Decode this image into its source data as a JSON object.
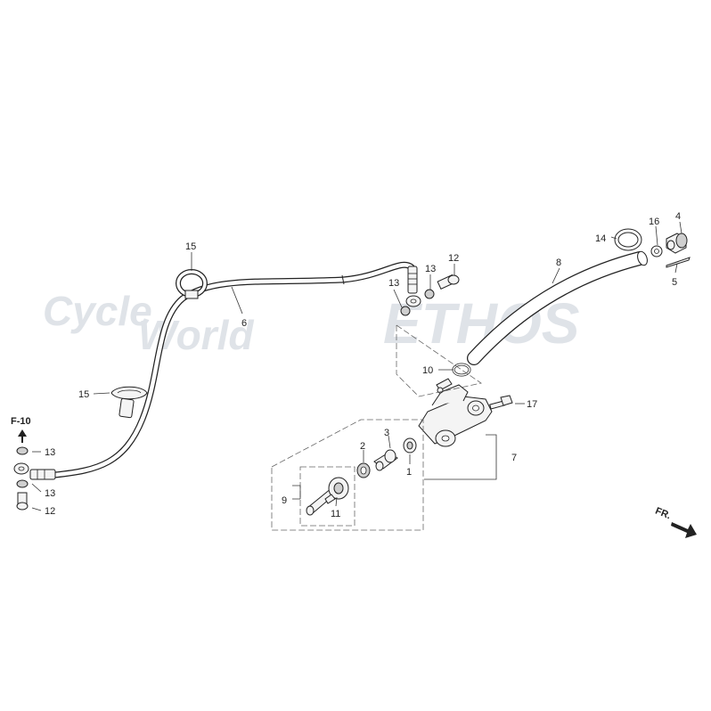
{
  "watermarks": {
    "left_line1": "Cycle",
    "left_line2": "World",
    "right": "ETHOS"
  },
  "labels": {
    "p1": "1",
    "p2": "2",
    "p3": "3",
    "p4": "4",
    "p5": "5",
    "p6": "6",
    "p7": "7",
    "p8": "8",
    "p9": "9",
    "p10": "10",
    "p11": "11",
    "p12_top": "12",
    "p12_left": "12",
    "p13_top_a": "13",
    "p13_top_b": "13",
    "p13_left_a": "13",
    "p13_left_b": "13",
    "p14": "14",
    "p15_top": "15",
    "p15_left": "15",
    "p16": "16",
    "p17": "17"
  },
  "reference": {
    "f10": "F-10",
    "front": "FR."
  },
  "colors": {
    "line": "#222222",
    "watermark": "#dfe3e8",
    "background": "#ffffff"
  }
}
